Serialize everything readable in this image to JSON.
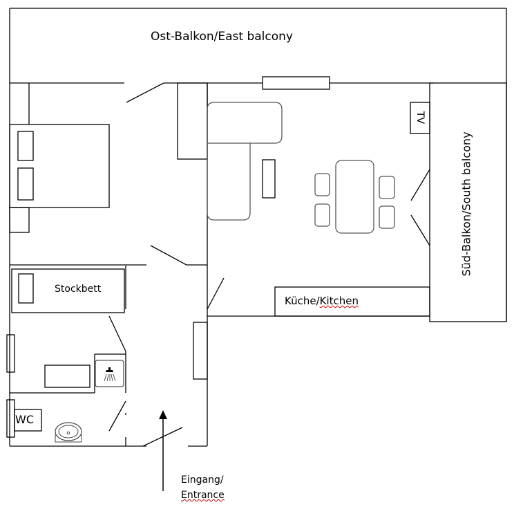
{
  "labels": {
    "east_balcony": "Ost-Balkon/East balcony",
    "south_balcony": "Süd-Balkon/South balcony",
    "kitchen_prefix": "Küche/",
    "kitchen_word": "Kitchen",
    "bunk_bed": "Stockbett",
    "wc": "WC",
    "tv": "TV",
    "entrance_de": "Eingang/",
    "entrance_en": "Entrance"
  }
}
